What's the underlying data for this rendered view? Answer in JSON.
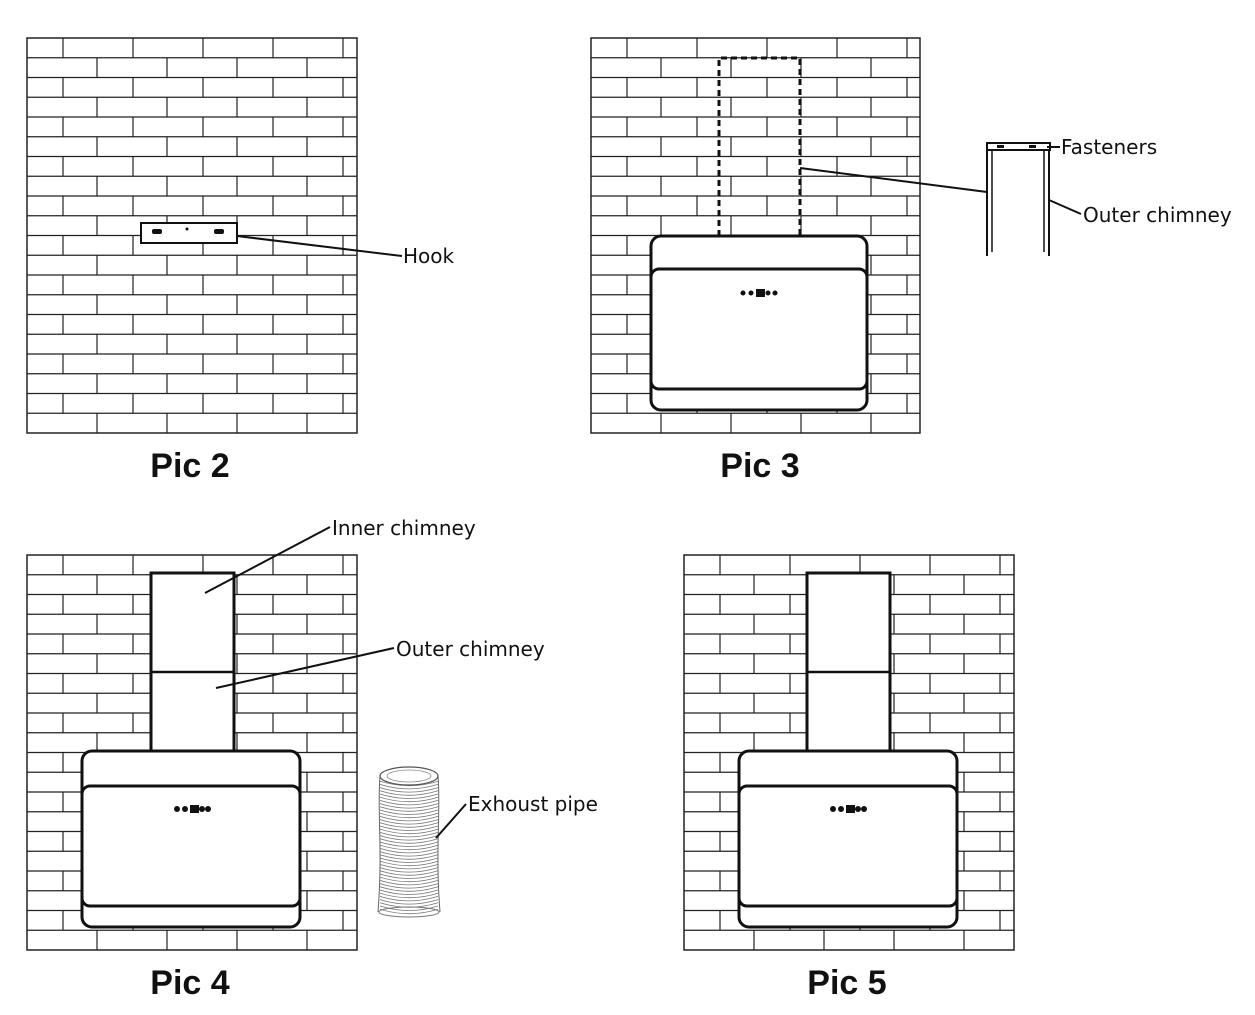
{
  "figure": {
    "colors": {
      "ink": "#111111",
      "background": "#ffffff",
      "brick_line": "#222222"
    },
    "panels": [
      {
        "caption": "Pic 2",
        "labels": {
          "hook": "Hook"
        }
      },
      {
        "caption": "Pic 3",
        "labels": {
          "fasteners": "Fasteners",
          "outer_chimney": "Outer chimney"
        }
      },
      {
        "caption": "Pic 4",
        "labels": {
          "inner_chimney": "Inner chimney",
          "outer_chimney": "Outer chimney",
          "exhaust_pipe": "Exhoust pipe"
        }
      },
      {
        "caption": "Pic 5"
      }
    ]
  }
}
